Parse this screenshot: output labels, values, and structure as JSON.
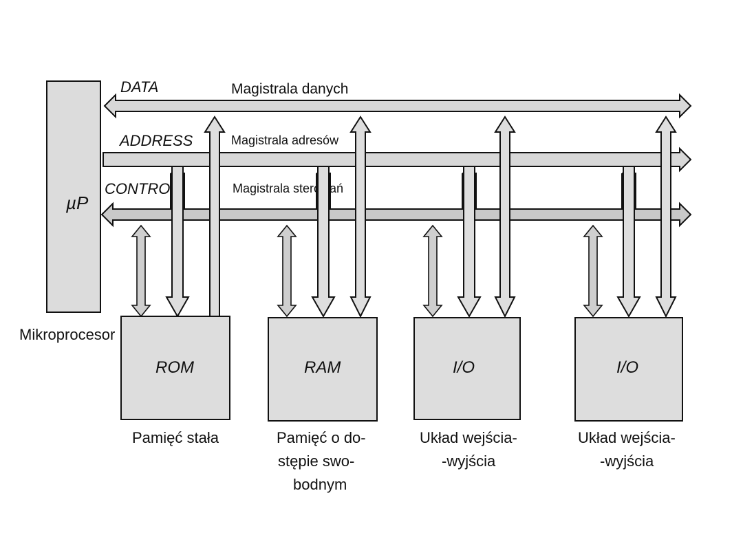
{
  "processor": {
    "symbol": "µP",
    "caption": "Mikroprocesor"
  },
  "buses": {
    "data": {
      "tag": "DATA",
      "name": "Magistrala danych"
    },
    "address": {
      "tag": "ADDRESS",
      "name": "Magistrala adresów"
    },
    "control": {
      "tag": "CONTROL",
      "name": "Magistrala sterowań"
    }
  },
  "modules": [
    {
      "label": "ROM",
      "caption": [
        "Pamięć stała"
      ]
    },
    {
      "label": "RAM",
      "caption": [
        "Pamięć o do-",
        "stępie swo-",
        "bodnym"
      ]
    },
    {
      "label": "I/O",
      "caption": [
        "Układ wejścia-",
        "-wyjścia"
      ]
    },
    {
      "label": "I/O",
      "caption": [
        "Układ wejścia-",
        "-wyjścia"
      ]
    }
  ]
}
